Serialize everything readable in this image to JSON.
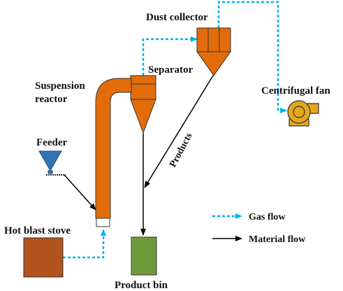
{
  "labels": {
    "dust_collector": "Dust collector",
    "separator": "Separator",
    "suspension_reactor_line1": "Suspension",
    "suspension_reactor_line2": "reactor",
    "centrifugal_fan": "Centrifugal fan",
    "feeder": "Feeder",
    "products": "Products",
    "hot_blast_stove": "Hot blast stove",
    "product_bin": "Product bin"
  },
  "legend": {
    "gas_flow": "Gas flow",
    "material_flow": "Material flow"
  },
  "colors": {
    "reactor_orange": "#E36C0A",
    "stove_brown": "#B3531E",
    "bin_green": "#6F9A3C",
    "feeder_blue": "#2E75B6",
    "fan_gold": "#E4A61A",
    "gas_flow_cyan": "#00B0F0",
    "material_flow_black": "#000000"
  }
}
